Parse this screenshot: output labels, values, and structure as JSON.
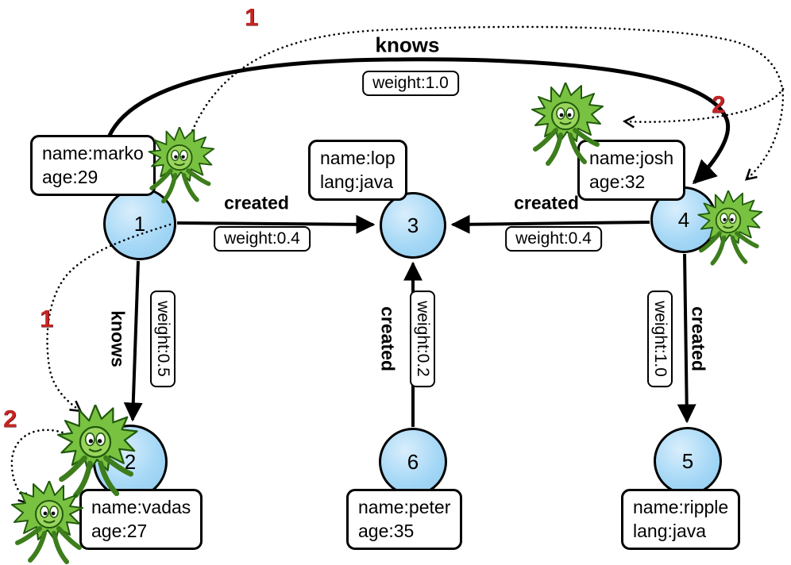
{
  "diagram_type": "property-graph",
  "nodes": [
    {
      "id": "1",
      "label": "1",
      "props": {
        "line1": "name:marko",
        "line2": "age:29"
      }
    },
    {
      "id": "2",
      "label": "2",
      "props": {
        "line1": "name:vadas",
        "line2": "age:27"
      }
    },
    {
      "id": "3",
      "label": "3",
      "props": {
        "line1": "name:lop",
        "line2": "lang:java"
      }
    },
    {
      "id": "4",
      "label": "4",
      "props": {
        "line1": "name:josh",
        "line2": "age:32"
      }
    },
    {
      "id": "5",
      "label": "5",
      "props": {
        "line1": "name:ripple",
        "line2": "lang:java"
      }
    },
    {
      "id": "6",
      "label": "6",
      "props": {
        "line1": "name:peter",
        "line2": "age:35"
      }
    }
  ],
  "edges": [
    {
      "from": "1",
      "to": "3",
      "label": "created",
      "weight": "weight:0.4"
    },
    {
      "from": "4",
      "to": "3",
      "label": "created",
      "weight": "weight:0.4"
    },
    {
      "from": "1",
      "to": "2",
      "label": "knows",
      "weight": "weight:0.5"
    },
    {
      "from": "6",
      "to": "3",
      "label": "created",
      "weight": "weight:0.2"
    },
    {
      "from": "4",
      "to": "5",
      "label": "created",
      "weight": "weight:1.0"
    },
    {
      "from": "1",
      "to": "4",
      "label": "knows",
      "weight": "weight:1.0"
    }
  ],
  "traversal": {
    "steps": [
      {
        "label": "1",
        "location": "top-arc"
      },
      {
        "label": "2",
        "location": "right-to-josh"
      },
      {
        "label": "1",
        "location": "left-down"
      },
      {
        "label": "2",
        "location": "bottom-left"
      }
    ]
  },
  "colors": {
    "node_fill": "#a6d8f6",
    "node_border": "#000000",
    "step_marker_red": "#c32525",
    "gremlin_green": "#79c141",
    "edge_black": "#000000"
  }
}
